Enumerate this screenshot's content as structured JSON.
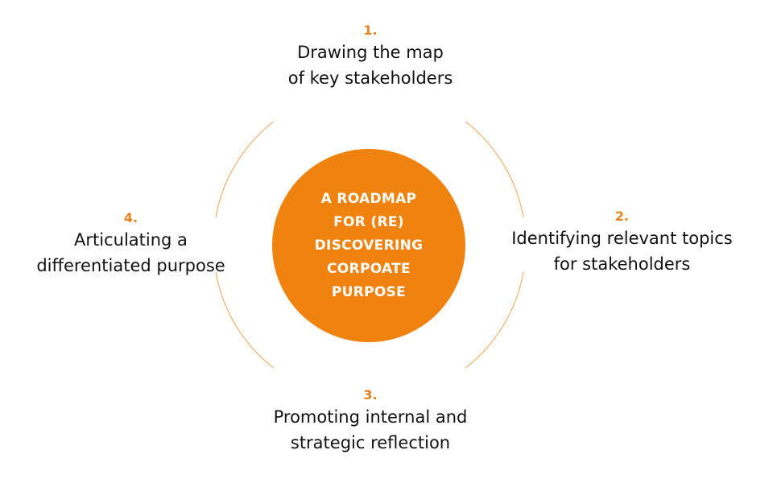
{
  "colors": {
    "accent": "#f0820f",
    "number": "#e8821a",
    "ring": "#f0a050",
    "text": "#111111",
    "center_text": "#ffffff"
  },
  "center": {
    "lines": [
      "A ROADMAP",
      "FOR (RE)",
      "DISCOVERING",
      "CORPOATE",
      "PURPOSE"
    ]
  },
  "steps": [
    {
      "number": "1.",
      "lines": [
        "Drawing the map",
        "of key stakeholders"
      ]
    },
    {
      "number": "2.",
      "lines": [
        "Identifying relevant topics",
        "for stakeholders"
      ]
    },
    {
      "number": "3.",
      "lines": [
        "Promoting internal and",
        "strategic reflection"
      ]
    },
    {
      "number": "4.",
      "lines": [
        "Articulating a",
        "differentiated purpose"
      ]
    }
  ]
}
